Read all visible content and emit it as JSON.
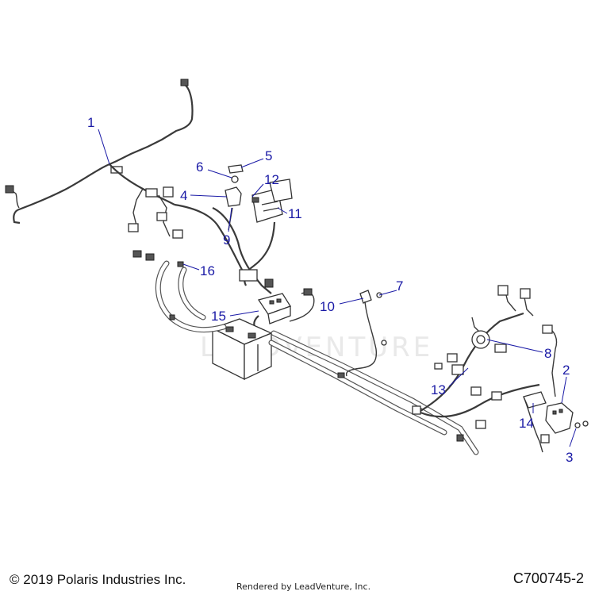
{
  "diagram": {
    "callouts": [
      "1",
      "2",
      "3",
      "4",
      "5",
      "6",
      "7",
      "8",
      "9",
      "10",
      "11",
      "12",
      "13",
      "14",
      "15",
      "16"
    ],
    "callout_color": "#1a1aa6",
    "line_color": "#3a3a3a"
  },
  "watermark": {
    "text": "LEADVENTURE",
    "color": "#e9e9e9"
  },
  "footer": {
    "copyright": "© 2019 Polaris Industries Inc.",
    "rendered_by": "Rendered by LeadVenture, Inc.",
    "diagram_code": "C700745-2"
  }
}
